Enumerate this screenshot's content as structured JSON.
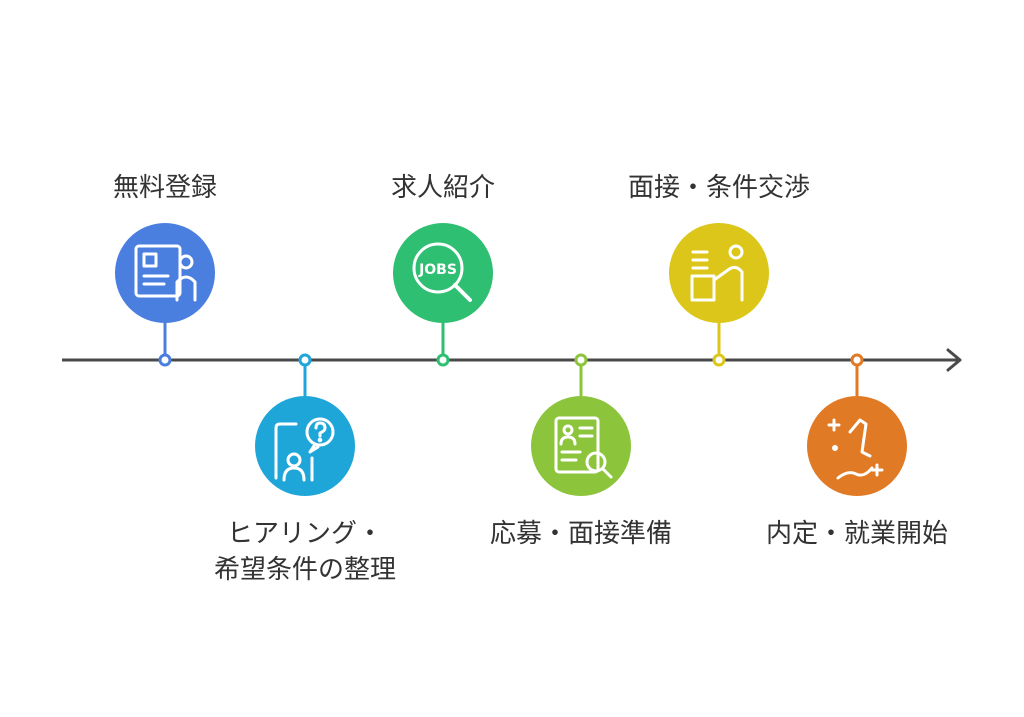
{
  "timeline": {
    "line_color": "#4a4a4a",
    "steps": [
      {
        "label": [
          "無料登録"
        ],
        "color": "#4a7fe0",
        "position": "above",
        "icon": "registration-profile-icon"
      },
      {
        "label": [
          "ヒアリング・",
          "希望条件の整理"
        ],
        "color": "#1fa6d8",
        "position": "below",
        "icon": "consultation-question-icon"
      },
      {
        "label": [
          "求人紹介"
        ],
        "color": "#2fbf72",
        "position": "above",
        "icon": "jobs-search-icon"
      },
      {
        "label": [
          "応募・面接準備"
        ],
        "color": "#8cc43c",
        "position": "below",
        "icon": "resume-review-icon"
      },
      {
        "label": [
          "面接・条件交渉"
        ],
        "color": "#dcc61a",
        "position": "above",
        "icon": "interview-desk-icon"
      },
      {
        "label": [
          "内定・就業開始"
        ],
        "color": "#e07a25",
        "position": "below",
        "icon": "first-place-start-icon"
      }
    ],
    "jobs_text": "JOBS"
  }
}
